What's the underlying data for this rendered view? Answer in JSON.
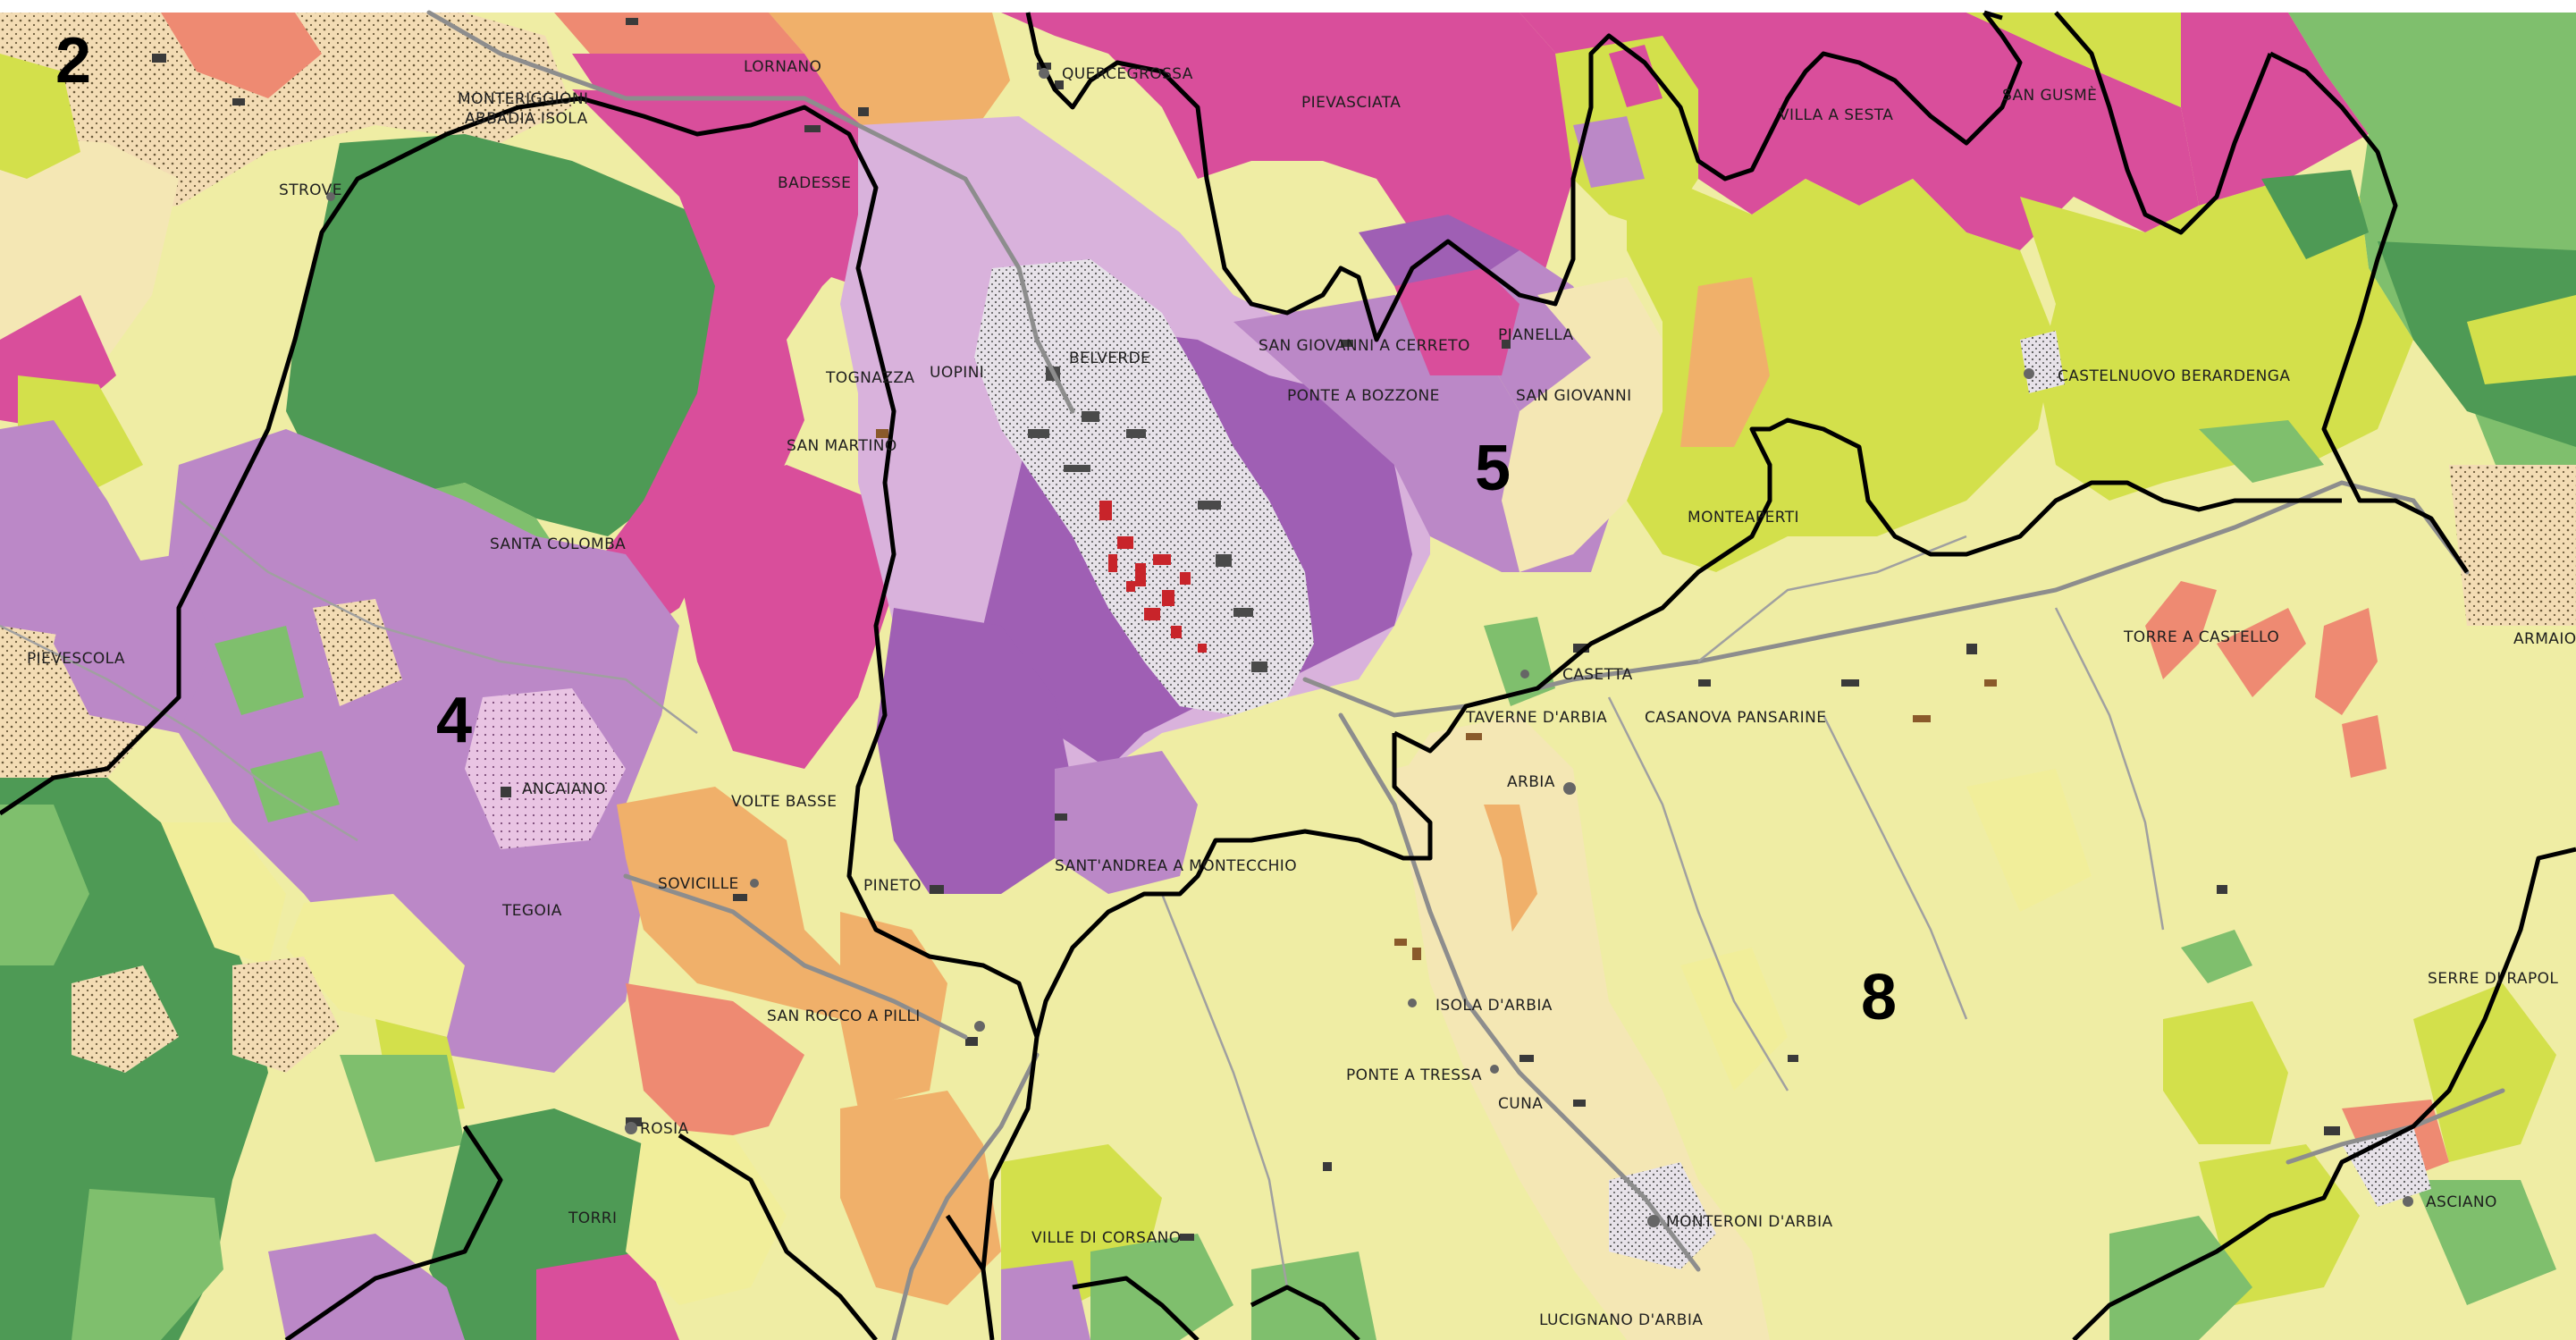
{
  "map": {
    "zone_numbers": [
      "2",
      "4",
      "5",
      "8"
    ],
    "place_names": {
      "lornano": "LORNANO",
      "querciagrossa": "QUERCEGROSSA",
      "pievasciata": "PIEVASCIATA",
      "villa_a_sesta": "VILLA A SESTA",
      "san_gusme": "SAN GUSMÈ",
      "monteriggioni": "MONTERIGGIONI",
      "abbadia_isola": "ABBADIA ISOLA",
      "strove": "STROVE",
      "badesse": "BADESSE",
      "belverde": "BELVERDE",
      "tognazza": "TOGNAZZA",
      "uopini": "UOPINI",
      "san_giovanni_a_cerreto": "SAN GIOVANNI A CERRETO",
      "pianella": "PIANELLA",
      "ponte_a_bozzone": "PONTE A BOZZONE",
      "san_giovanni": "SAN GIOVANNI",
      "castelnuovo_berardenga": "CASTELNUOVO BERARDENGA",
      "san_martino": "SAN MARTINO",
      "santa_colomba": "SANTA COLOMBA",
      "montaperti": "MONTEAPERTI",
      "torre_a_castello": "TORRE A CASTELLO",
      "armaiolo": "ARMAIO",
      "pievescola": "PIEVESCOLA",
      "casetta": "CASETTA",
      "taverne_d_arbia": "TAVERNE D'ARBIA",
      "casanova_pansarine": "CASANOVA PANSARINE",
      "arbia": "ARBIA",
      "ancaiano": "ANCAIANO",
      "volte_basse": "VOLTE BASSE",
      "sant_andrea_a_montecchio": "SANT'ANDREA A MONTECCHIO",
      "sovicille": "SOVICILLE",
      "tegoia": "TEGOIA",
      "pineto": "PINETO",
      "san_rocco_a_pilli": "SAN ROCCO A PILLI",
      "isola_d_arbia": "ISOLA D'ARBIA",
      "serre_di_rapolano": "SERRE DI RAPOL",
      "ponte_a_tressa": "PONTE A TRESSA",
      "cuna": "CUNA",
      "rosia": "ROSIA",
      "monteroni_d_arbia": "MONTERONI D'ARBIA",
      "asciano": "ASCIANO",
      "torri": "TORRI",
      "ville_di_corsano": "VILLE DI CORSANO",
      "lucignano_d_arbia": "LUCIGNANO D'ARBIA"
    },
    "colors": {
      "background": "#efeda4",
      "yellow_green": "#d3e04b",
      "pale_yellow": "#f1ee9a",
      "cream": "#f4e7b4",
      "magenta": "#d94e9b",
      "violet": "#bb88c7",
      "purple": "#9f5fb4",
      "lilac": "#d9b2dc",
      "forest_green": "#4e9a55",
      "light_green": "#7fbf6d",
      "orange": "#f0b06a",
      "salmon": "#ee8a72",
      "urban_grey": "#bdbdbd",
      "urban_red": "#c8242a",
      "boundary": "#000000"
    }
  }
}
